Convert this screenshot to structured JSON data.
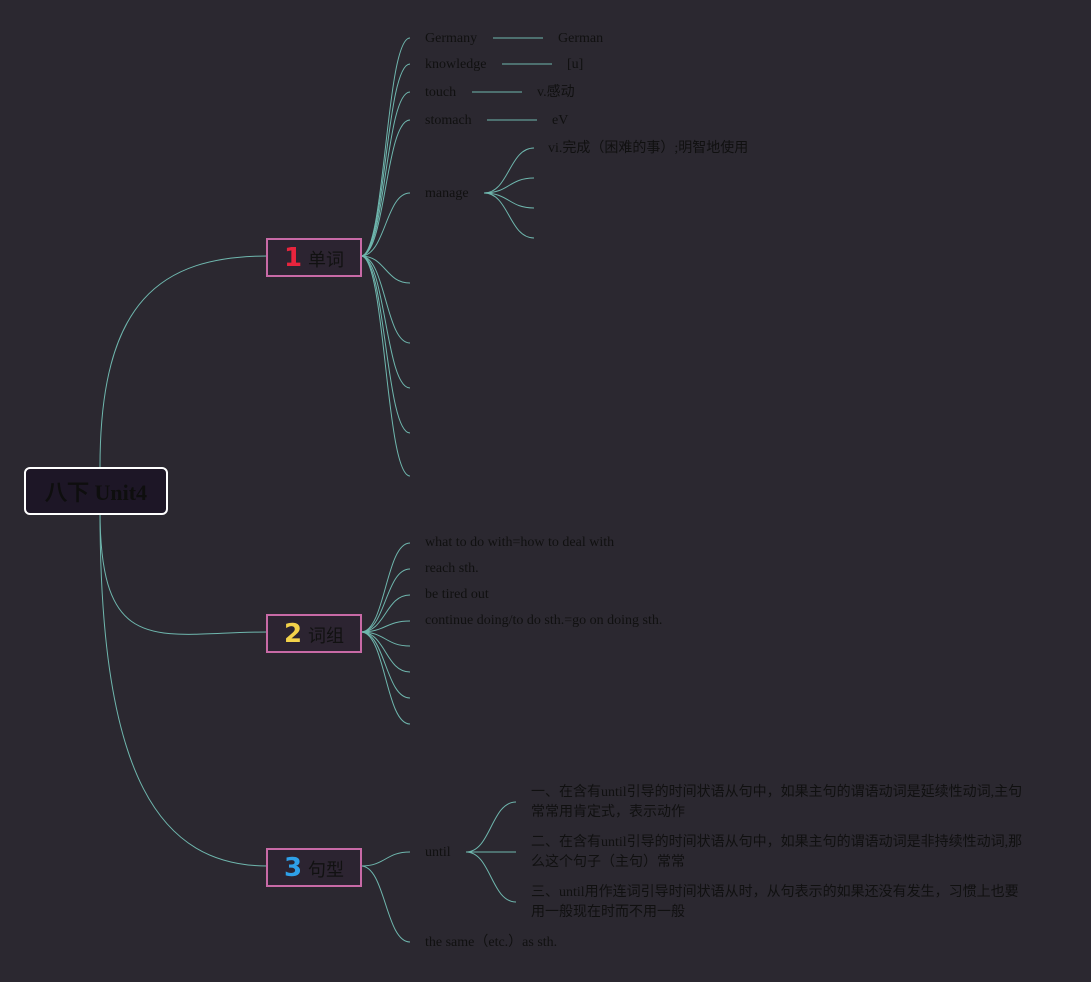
{
  "root": {
    "title": "八下 Unit4"
  },
  "topics": [
    {
      "number": "1",
      "label": "单词",
      "color": "#e8243d"
    },
    {
      "number": "2",
      "label": "词组",
      "color": "#f3d24a"
    },
    {
      "number": "3",
      "label": "句型",
      "color": "#2ea0e8"
    }
  ],
  "words": [
    {
      "word": "Germany",
      "note": "German"
    },
    {
      "word": "knowledge",
      "note": "[u]"
    },
    {
      "word": "touch",
      "note": "v.感动"
    },
    {
      "word": "stomach",
      "note": "eV"
    },
    {
      "word": "manage",
      "notes": [
        "vi.完成（困难的事）;明智地使用"
      ]
    }
  ],
  "phrases": [
    "what to do with=how to deal with",
    "reach sth.",
    "be tired out",
    "continue doing/to do sth.=go on doing sth."
  ],
  "sentences": {
    "until": {
      "label": "until",
      "points": [
        "一、在含有until引导的时间状语从句中，如果主句的谓语动词是延续性动词,主句常常用肯定式，表示动作",
        "二、在含有until引导的时间状语从句中，如果主句的谓语动词是非持续性动词,那么这个句子（主句）常常",
        "三、until用作连词引导时间状语从时，从句表示的如果还没有发生，习惯上也要用一般现在时而不用一般"
      ]
    },
    "same": "the same（etc.）as sth."
  },
  "colors": {
    "line": "#6fb7ae",
    "background": "#2b2830",
    "topic_border": "#c86aa6",
    "root_border": "#ffffff"
  }
}
